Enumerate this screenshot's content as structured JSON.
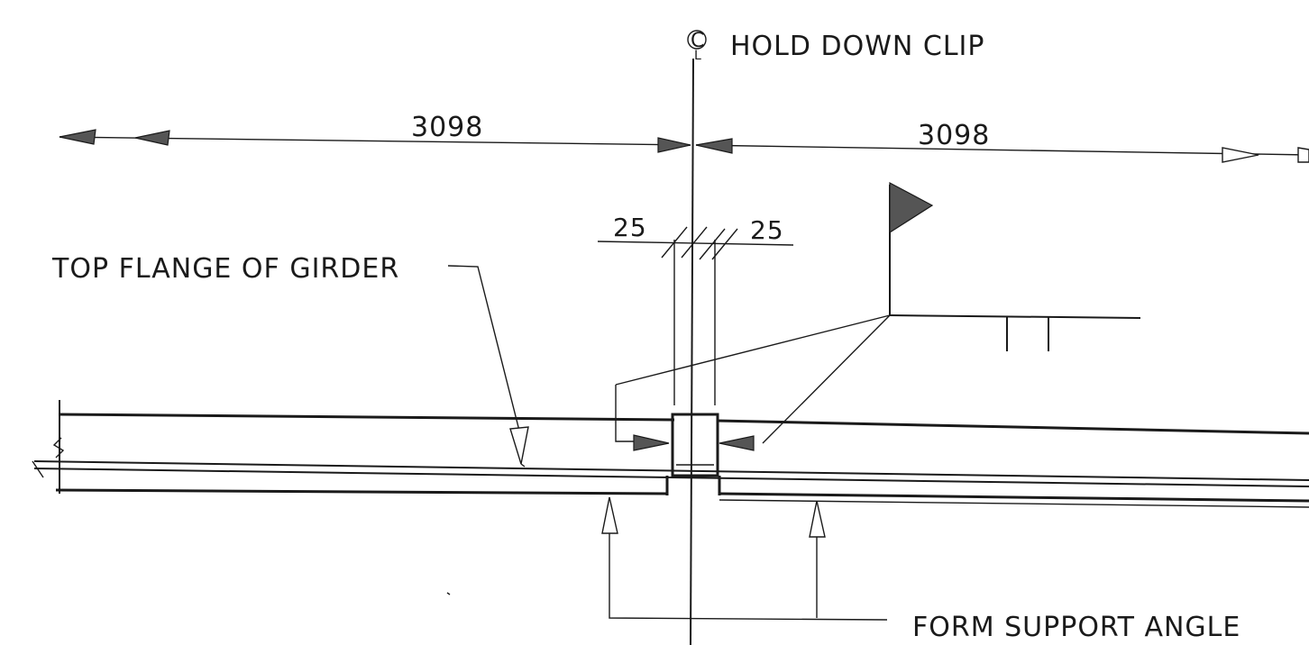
{
  "drawing": {
    "centerline": {
      "symbol": "C",
      "symbol_sub": "L",
      "label": "HOLD DOWN CLIP"
    },
    "dimensions": {
      "left_span": "3098",
      "right_span": "3098",
      "left_offset": "25",
      "right_offset": "25"
    },
    "callouts": {
      "girder": "TOP FLANGE OF GIRDER",
      "angle": "FORM SUPPORT ANGLE"
    }
  }
}
